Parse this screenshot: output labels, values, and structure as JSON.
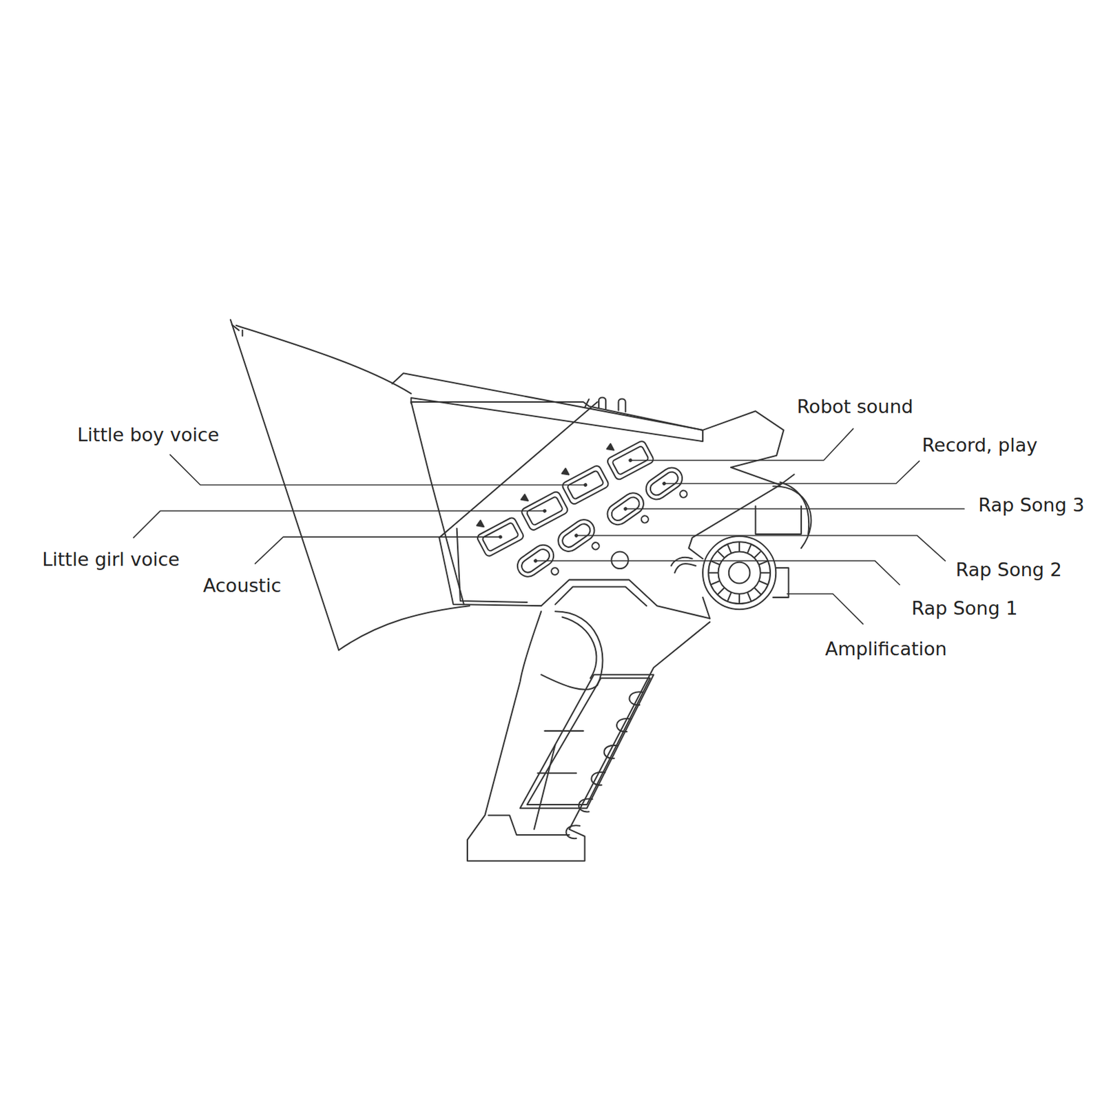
{
  "diagram": {
    "labels": [
      "Robot sound",
      "Little boy voice",
      "Record, play",
      "Rap Song 3",
      "Little girl voice",
      "Rap Song 2",
      "Acoustic",
      "Rap Song 1",
      "Amplification"
    ]
  }
}
